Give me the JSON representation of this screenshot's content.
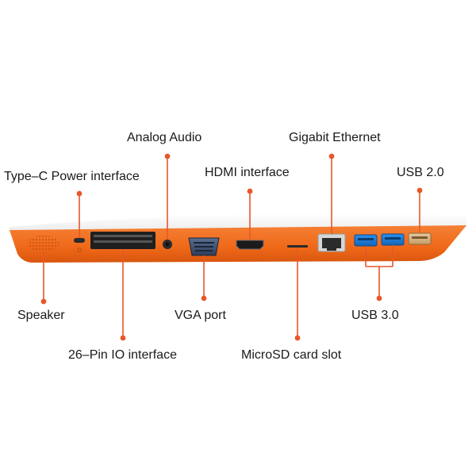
{
  "callouts": {
    "analog_audio": "Analog Audio",
    "gigabit_ethernet": "Gigabit Ethernet",
    "type_c_power": "Type–C Power interface",
    "hdmi": "HDMI interface",
    "usb_2": "USB 2.0",
    "speaker": "Speaker",
    "vga": "VGA port",
    "usb_3": "USB 3.0",
    "io_26pin": "26–Pin IO interface",
    "microsd": "MicroSD card slot"
  },
  "colors": {
    "device_orange": "#f06a1f",
    "device_top": "#f2f2f2",
    "port_dark": "#2b2b2b",
    "usb3_blue": "#1e7fd8",
    "usb2_tan": "#d9b483",
    "vga_blue": "#3a4f6e",
    "leader_orange": "#e8572a",
    "label_text": "#1a1a1a"
  }
}
